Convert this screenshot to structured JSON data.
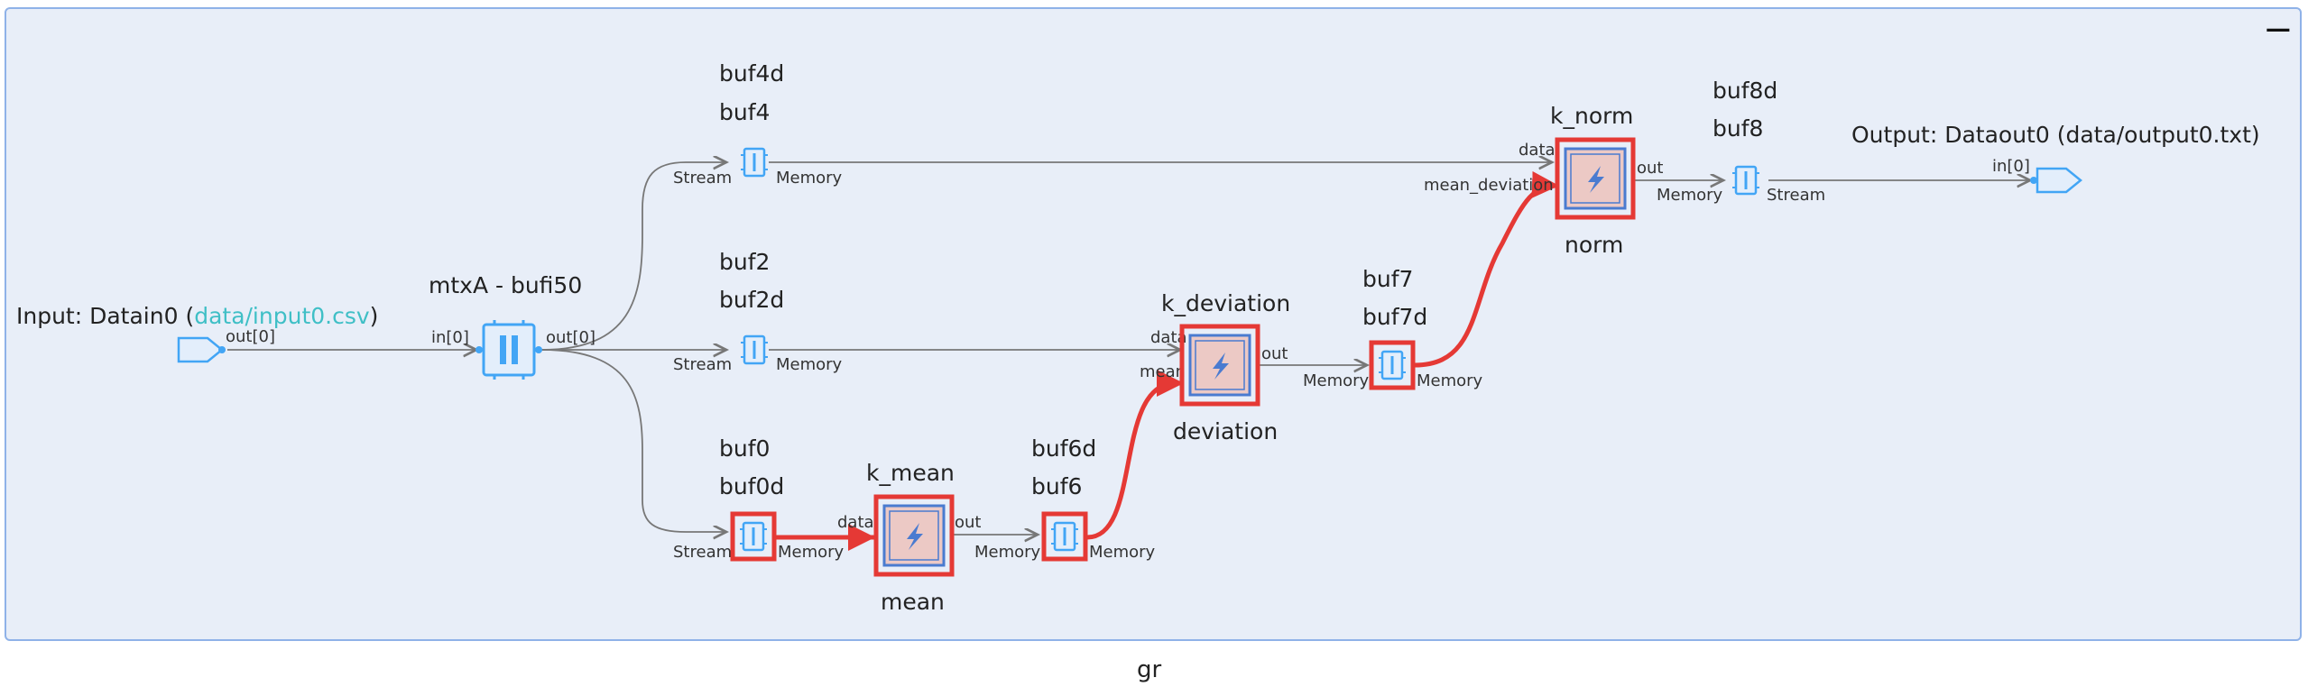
{
  "graph": {
    "name": "gr",
    "collapse_label": "−"
  },
  "input": {
    "prefix": "Input: Datain0 (",
    "link": "data/input0.csv",
    "suffix": ")",
    "port": "out[0]"
  },
  "mtx": {
    "title": "mtxA - bufi50",
    "in_port": "in[0]",
    "out_port": "out[0]"
  },
  "buffers": {
    "b4": {
      "top": "buf4d",
      "bottom": "buf4",
      "left": "Stream",
      "right": "Memory"
    },
    "b2": {
      "top": "buf2",
      "bottom": "buf2d",
      "left": "Stream",
      "right": "Memory"
    },
    "b0": {
      "top": "buf0",
      "bottom": "buf0d",
      "left": "Stream",
      "right": "Memory"
    },
    "b6": {
      "top": "buf6d",
      "bottom": "buf6",
      "left": "Memory",
      "right": "Memory"
    },
    "b7": {
      "top": "buf7",
      "bottom": "buf7d",
      "left": "Memory",
      "right": "Memory"
    },
    "b8": {
      "top": "buf8d",
      "bottom": "buf8",
      "left": "Memory",
      "right": "Stream"
    }
  },
  "kernels": {
    "mean": {
      "title": "k_mean",
      "name": "mean",
      "in1": "data",
      "out": "out"
    },
    "deviation": {
      "title": "k_deviation",
      "name": "deviation",
      "in1": "data",
      "in2": "mean",
      "out": "out"
    },
    "norm": {
      "title": "k_norm",
      "name": "norm",
      "in1": "data",
      "in2": "mean_deviation",
      "out": "out"
    }
  },
  "output": {
    "title": "Output: Dataout0 (data/output0.txt)",
    "port": "in[0]"
  },
  "colors": {
    "edge": "#777777",
    "critical": "#e53935",
    "buffer": "#42a5f5",
    "kernel_fill": "#ecc9c5",
    "kernel_inner": "#4a7bd0"
  }
}
